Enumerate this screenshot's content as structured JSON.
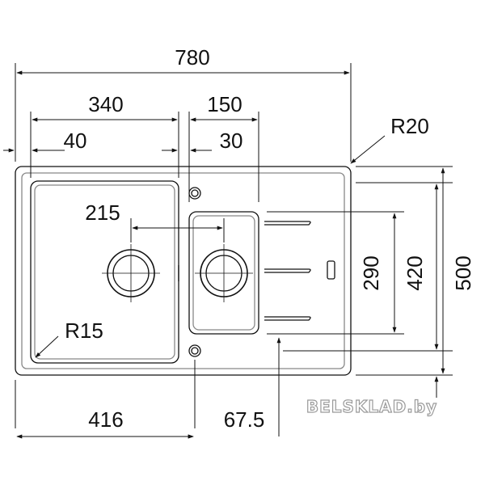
{
  "drawing": {
    "dimensions": {
      "overall_width": "780",
      "left_section": "340",
      "middle_section": "150",
      "left_offset": "40",
      "middle_offset": "30",
      "bowl_spacing": "215",
      "corner_radius_outer": "R20",
      "corner_radius_bowl": "R15",
      "drainer_height": "290",
      "inner_height": "420",
      "overall_height": "500",
      "bottom_left_width": "416",
      "bottom_offset": "67.5"
    },
    "watermark": "BELSKLAD.by"
  }
}
